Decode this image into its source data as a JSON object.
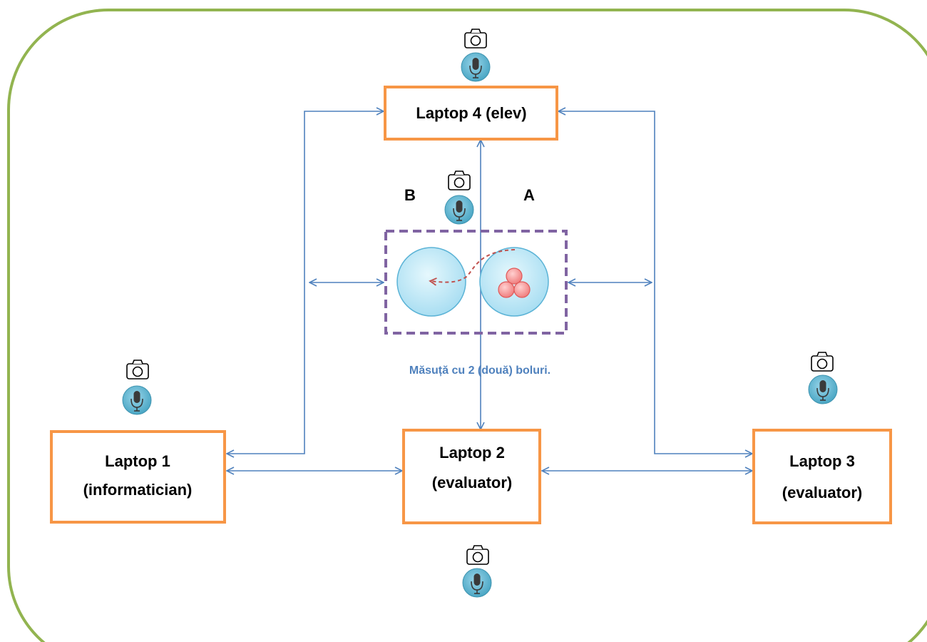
{
  "colors": {
    "frame": "#92b450",
    "laptop_border": "#f79646",
    "arrow": "#4f81bd",
    "table_border": "#8064a2",
    "bowl_fill": "#bfe9f7",
    "bowl_stroke": "#5bb3d6",
    "ball_fill": "#f39a9a",
    "ball_stroke": "#e05a5a",
    "dashed_arrow": "#c0504d",
    "mic_circle": "#5fb4cf",
    "caption": "#4f81bd"
  },
  "laptops": {
    "laptop4": {
      "label_line1": "Laptop 4 (elev)",
      "label_line2": ""
    },
    "laptop1": {
      "label_line1": "Laptop 1",
      "label_line2": "(informatician)"
    },
    "laptop2": {
      "label_line1": "Laptop 2",
      "label_line2": "(evaluator)"
    },
    "laptop3": {
      "label_line1": "Laptop 3",
      "label_line2": "(evaluator)"
    }
  },
  "table": {
    "bowl_left_letter": "B",
    "bowl_right_letter": "A",
    "caption": "Măsuță cu 2 (două) boluri."
  },
  "icons": [
    "camera-icon",
    "microphone-icon"
  ]
}
